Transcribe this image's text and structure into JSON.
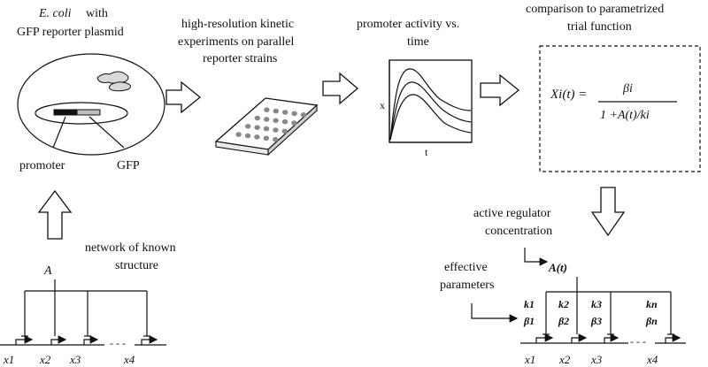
{
  "stages": {
    "ecoli_title_italic": "E. coli",
    "ecoli_title_rest": " with",
    "ecoli_title_line2": "GFP reporter plasmid",
    "promoter_label": "promoter",
    "gfp_label": "GFP",
    "kinetic_line1": "high-resolution kinetic",
    "kinetic_line2": "experiments on parallel",
    "kinetic_line3": "reporter strains",
    "activity_line1": "promoter activity vs.",
    "activity_line2": "time",
    "comparison_line1": "comparison to parametrized",
    "comparison_line2": "trial function"
  },
  "graph": {
    "y_axis_label": "x",
    "x_axis_label": "t"
  },
  "formula": {
    "lhs": "Xi(t)  =",
    "numerator": "βi",
    "denominator": "1 +A(t)/ki"
  },
  "network": {
    "label_line1": "network of known",
    "label_line2": "structure",
    "regulator": "A",
    "genes": [
      "x1",
      "x2",
      "x3",
      "x4"
    ],
    "dashes": "- - -"
  },
  "regulator_panel": {
    "label_line1": "active regulator",
    "label_line2": "concentration",
    "regulator": "A(t)",
    "params_line1": "effective",
    "params_line2": "parameters",
    "k_labels": [
      "k1",
      "k2",
      "k3",
      "kn"
    ],
    "beta_labels": [
      "β1",
      "β2",
      "β3",
      "βn"
    ],
    "genes": [
      "x1",
      "x2",
      "x3",
      "x4"
    ]
  }
}
